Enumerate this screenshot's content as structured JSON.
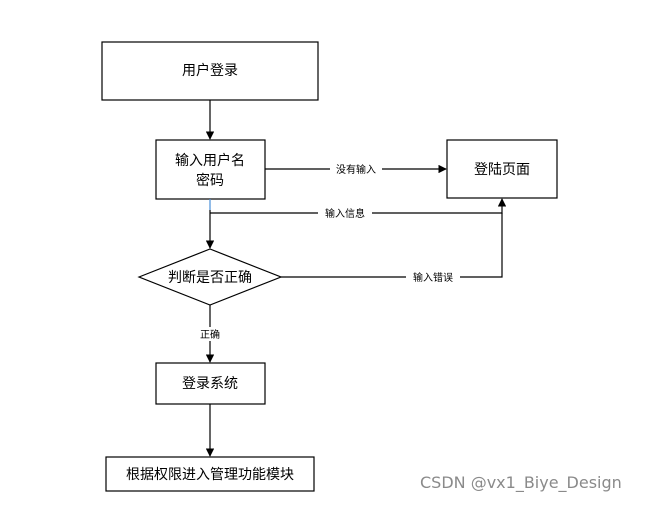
{
  "nodes": {
    "login": "用户登录",
    "input_line1": "输入用户名",
    "input_line2": "密码",
    "login_page": "登陆页面",
    "judge": "判断是否正确",
    "system": "登录系统",
    "modules": "根据权限进入管理功能模块"
  },
  "edges": {
    "no_input": "没有输入",
    "input_info": "输入信息",
    "input_error": "输入错误",
    "correct": "正确"
  },
  "watermark": "CSDN @vx1_Biye_Design"
}
